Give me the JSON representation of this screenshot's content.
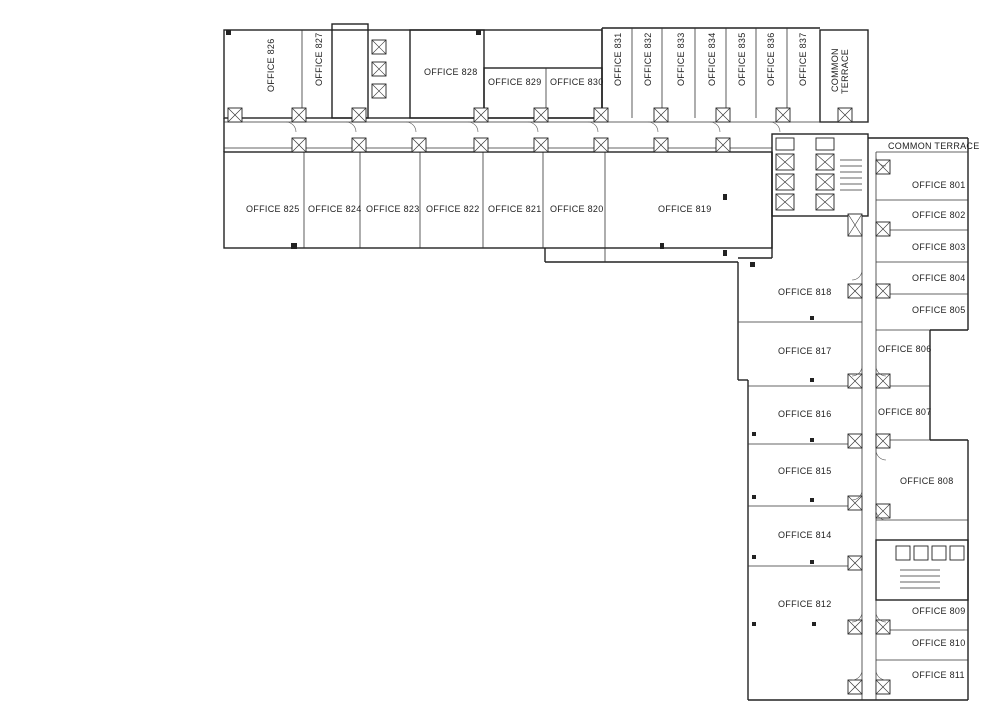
{
  "offices": {
    "o801": "OFFICE 801",
    "o802": "OFFICE 802",
    "o803": "OFFICE 803",
    "o804": "OFFICE 804",
    "o805": "OFFICE 805",
    "o806": "OFFICE 806",
    "o807": "OFFICE 807",
    "o808": "OFFICE 808",
    "o809": "OFFICE 809",
    "o810": "OFFICE 810",
    "o811": "OFFICE 811",
    "o812": "OFFICE 812",
    "o814": "OFFICE 814",
    "o815": "OFFICE 815",
    "o816": "OFFICE 816",
    "o817": "OFFICE 817",
    "o818": "OFFICE 818",
    "o819": "OFFICE 819",
    "o820": "OFFICE 820",
    "o821": "OFFICE 821",
    "o822": "OFFICE 822",
    "o823": "OFFICE 823",
    "o824": "OFFICE 824",
    "o825": "OFFICE 825",
    "o826": "OFFICE 826",
    "o827": "OFFICE 827",
    "o828": "OFFICE 828",
    "o829": "OFFICE 829",
    "o830": "OFFICE 830",
    "o831": "OFFICE 831",
    "o832": "OFFICE 832",
    "o833": "OFFICE 833",
    "o834": "OFFICE 834",
    "o835": "OFFICE 835",
    "o836": "OFFICE 836",
    "o837": "OFFICE 837"
  },
  "terraces": {
    "vertical_line1": "COMMON",
    "vertical_line2": "TERRACE",
    "horizontal": "COMMON TERRACE"
  }
}
